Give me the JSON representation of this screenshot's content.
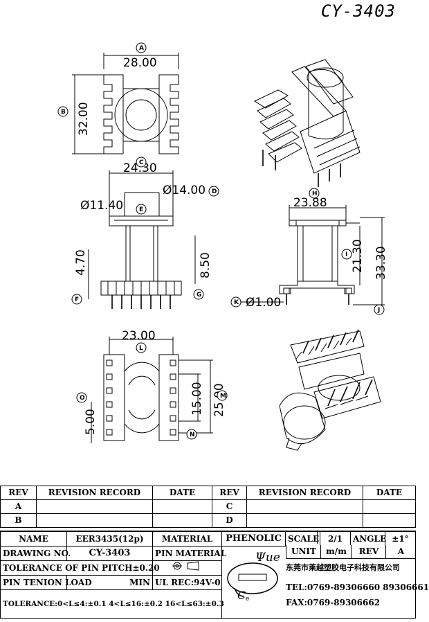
{
  "title": "CY-3403",
  "dimensions": {
    "top_width": "28.00",
    "top_height": "32.00",
    "front_width": "24.30",
    "flange_dia": "Ø14.00",
    "core_dia": "Ø11.40",
    "front_left_h": "4.70",
    "front_right_h": "8.50",
    "side_width": "23.88",
    "side_inner_h": "21.30",
    "side_total_h": "33.30",
    "pin_dia": "Ø1.00",
    "bottom_width": "23.00",
    "bottom_h1": "15.00",
    "bottom_h2": "25.00",
    "pitch": "5.00"
  },
  "balloons": [
    "A",
    "B",
    "C",
    "D",
    "E",
    "F",
    "G",
    "H",
    "I",
    "J",
    "K",
    "L",
    "M",
    "N",
    "O"
  ],
  "revision": {
    "headers": [
      "REV",
      "REVISION RECORD",
      "DATE",
      "REV",
      "REVISION RECORD",
      "DATE"
    ],
    "rows": [
      [
        "A",
        "",
        "",
        "C",
        "",
        ""
      ],
      [
        "B",
        "",
        "",
        "D",
        "",
        ""
      ]
    ]
  },
  "titleblock": {
    "name_label": "NAME",
    "name_value": "EER3435(12p)",
    "material_label": "MATERIAL",
    "material_value": "PHENOLIC",
    "scale_label": "SCALE",
    "scale_value": "2/1",
    "angle_label": "ANGLE",
    "angle_value": "±1°",
    "drawing_no_label": "DRAWING NO.",
    "drawing_no_value": "CY-3403",
    "pin_material_label": "PIN MATERIAL",
    "unit_label": "UNIT",
    "unit_value": "m/m",
    "rev_label": "REV",
    "rev_value": "A",
    "tol_pitch": "TOLERANCE OF PIN PITCH±0.20",
    "pin_load": "PIN TENION LOAD",
    "pin_load_min": "MIN",
    "ul_rec": "UL REC:94V-0",
    "tolerance": "TOLERANCE:0<L≤4:±0.1  4<L≤16:±0.2  16<L≤63:±0.3",
    "company": "东莞市莱越塑胶电子科技有限公司",
    "tel": "TEL:0769-89306660 89306661",
    "fax": "FAX:0769-89306662",
    "logo_letters": "Ψue"
  }
}
